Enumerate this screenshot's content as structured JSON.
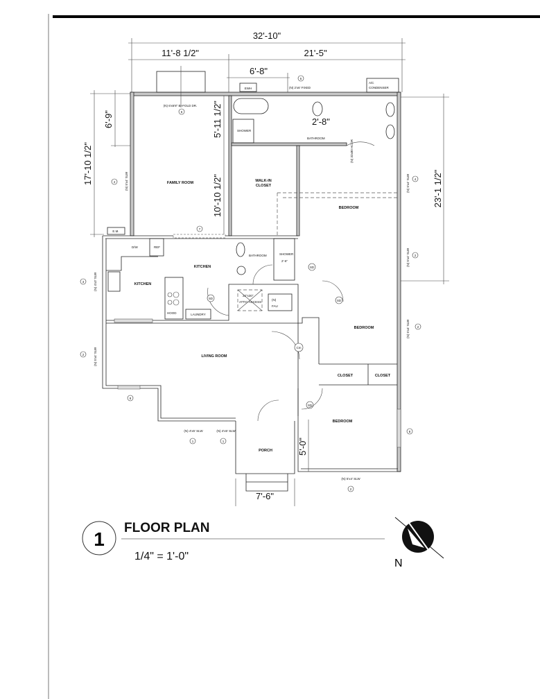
{
  "dimensions": {
    "overall_width": "32'-10\"",
    "left_width": "11'-8 1/2\"",
    "right_width": "21'-5\"",
    "bath_width": "6'-8\"",
    "family_depth": "17'-10 1/2\"",
    "bifold_offset": "6'-9\"",
    "bath_depth": "5'-11 1/2\"",
    "closet_depth": "10'-10 1/2\"",
    "toilet_width": "2'-8\"",
    "right_depth": "23'-1 1/2\"",
    "bedroom_offset": "5'-0\"",
    "porch_width": "7'-6\""
  },
  "rooms": {
    "family_room": "FAMILY ROOM",
    "kitchen": "KITCHEN",
    "kitchen2": "KITCHEN",
    "living_room": "LIVING ROOM",
    "walk_in_closet_1": "WALK-IN",
    "walk_in_closet_2": "CLOSET",
    "master_bedroom": "BEDROOM",
    "bedroom2": "BEDROOM",
    "bedroom3": "BEDROOM",
    "master_bath": "BATHROOM",
    "bath2": "BATHROOM",
    "closet_a": "CLOSET",
    "closet_b": "CLOSET",
    "porch": "PORCH"
  },
  "fixtures": {
    "ewh": "EWH",
    "ac1": "A/C",
    "ac2": "CONDENSER",
    "em": "E.M.",
    "dw": "D/W",
    "ref": "REF",
    "hood": "HOOD",
    "laundry": "LAUNDRY",
    "fau1": "(N)",
    "fau2": "FAU",
    "shower1": "SHOWER",
    "shower2": "SHOWER",
    "shower2_dim": "2'-6\"",
    "attic_dim": "22\"x30\"",
    "attic": "ATTIC ACCESS",
    "sd1": "SD",
    "sd2": "SD",
    "sd3": "SD",
    "sd4": "SD",
    "cm": "Cm"
  },
  "openings": [
    {
      "note": "(N) 6'x6'8\" BI-FOLD DR.",
      "tag": "6"
    },
    {
      "note": "(N) 2'x6' FIXED",
      "tag": "5"
    },
    {
      "note": "(N) 32x80 HCDR",
      "tag": ""
    },
    {
      "note": "(N) 5'x4' SLW",
      "tag": "4"
    },
    {
      "note": "(N) 4'x3' SLW",
      "tag": "3"
    },
    {
      "note": "(N) 5'x4' SLW",
      "tag": "2"
    },
    {
      "note": "",
      "tag": "8"
    },
    {
      "note": "(N) 4'x5' SLW",
      "tag": "1"
    },
    {
      "note": "(N) 4'x5' SLW",
      "tag": "1"
    },
    {
      "note": "(N) 5'x4' SLW",
      "tag": "4"
    },
    {
      "note": "(N) 5'x4' SLW",
      "tag": "2"
    },
    {
      "note": "(N) 5'x4' SLW",
      "tag": "2"
    },
    {
      "note": "",
      "tag": "8"
    },
    {
      "note": "(N) 5'x4' SLW",
      "tag": "2"
    },
    {
      "note": "",
      "tag": "7"
    }
  ],
  "title_block": {
    "number": "1",
    "title": "FLOOR PLAN",
    "scale": "1/4\" = 1'-0\"",
    "north": "N"
  }
}
